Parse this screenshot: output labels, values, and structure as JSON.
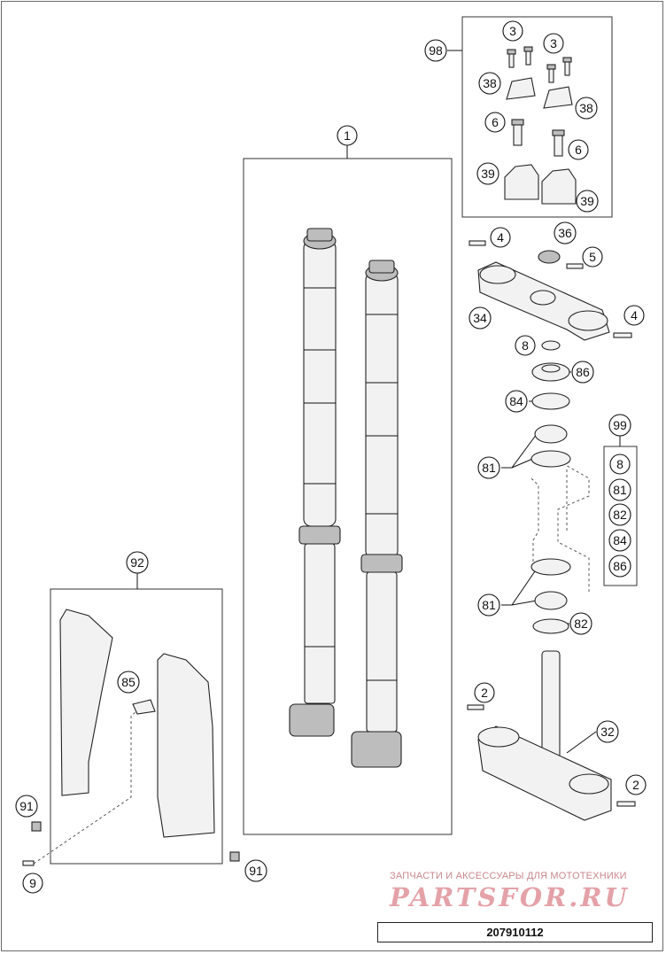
{
  "callouts": {
    "c1": "1",
    "c98": "98",
    "c3a": "3",
    "c3b": "3",
    "c38a": "38",
    "c38b": "38",
    "c6a": "6",
    "c6b": "6",
    "c39a": "39",
    "c39b": "39",
    "c4a": "4",
    "c36": "36",
    "c5": "5",
    "c34": "34",
    "c4b": "4",
    "c8": "8",
    "c86": "86",
    "c84": "84",
    "c99": "99",
    "c81a": "81",
    "c81b": "81",
    "c82": "82",
    "k8": "8",
    "k81": "81",
    "k82": "82",
    "k84": "84",
    "k86": "86",
    "c2a": "2",
    "c32": "32",
    "c2b": "2",
    "c92": "92",
    "c85": "85",
    "c91a": "91",
    "c9": "9",
    "c91b": "91"
  },
  "watermark": {
    "line1": "ЗАПЧАСТИ И АКСЕССУАРЫ ДЛЯ МОТОТЕХНИКИ",
    "line2": "PARTSFOR.RU"
  },
  "drawing_code": "207910112"
}
